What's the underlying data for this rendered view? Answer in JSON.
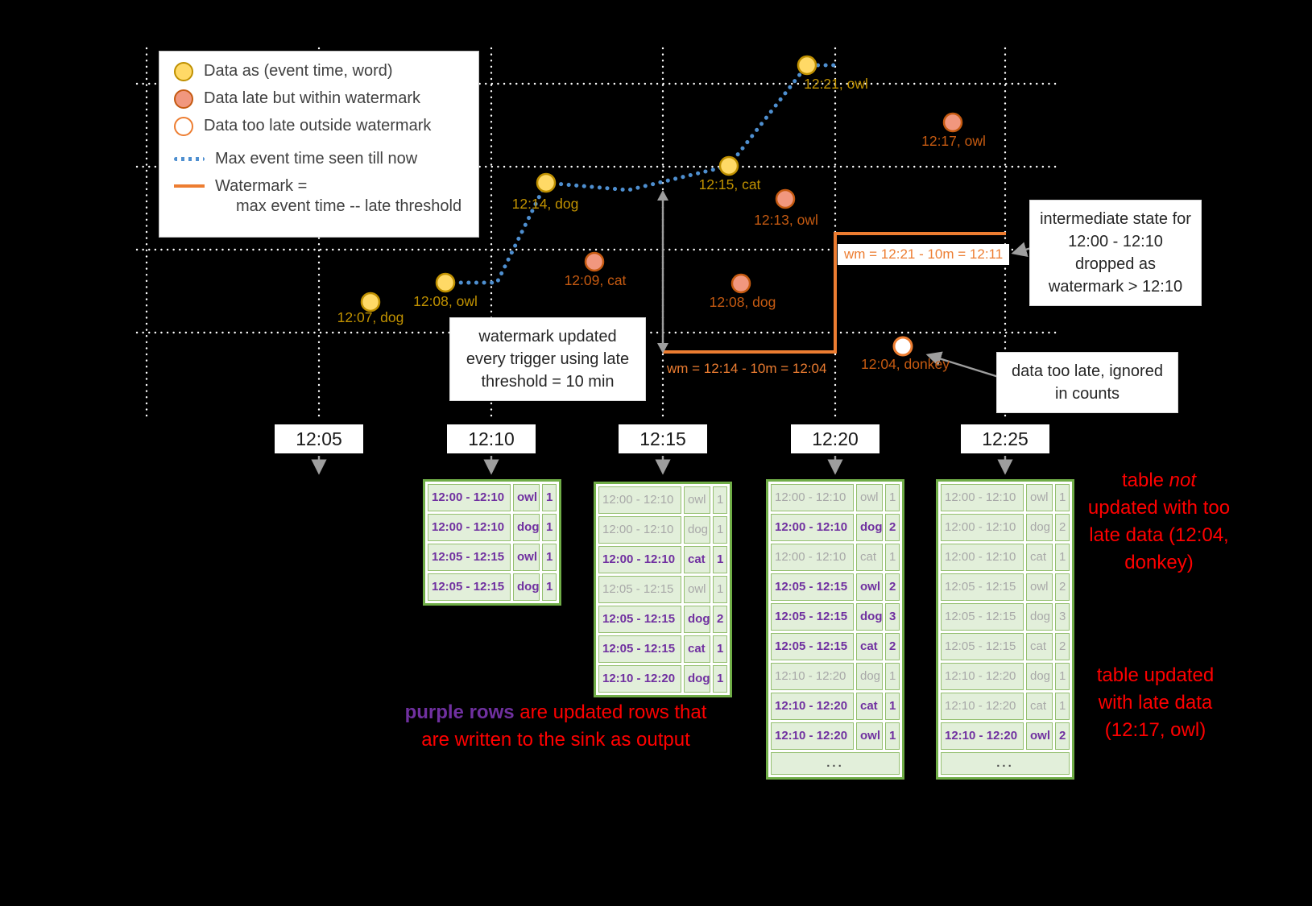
{
  "legend": {
    "ontime": "Data as (event time, word)",
    "late": "Data late but within watermark",
    "toolate": "Data too late outside watermark",
    "max_event": "Max event time seen till now",
    "watermark_line1": "Watermark =",
    "watermark_line2": "max event time -- late threshold"
  },
  "points": {
    "ontime_labels": [
      "12:07, dog",
      "12:08, owl",
      "12:14, dog",
      "12:15, cat",
      "12:21, owl"
    ],
    "late_labels": [
      "12:09, cat",
      "12:13, owl",
      "12:08, dog",
      "12:17, owl"
    ],
    "toolate_label": "12:04, donkey"
  },
  "watermark": {
    "label1": "wm = 12:14 - 10m = 12:04",
    "label2": "wm = 12:21 - 10m = 12:11"
  },
  "callouts": {
    "watermark_update": "watermark updated every trigger using late threshold = 10 min",
    "intermediate_state": "intermediate state for 12:00 - 12:10 dropped as watermark > 12:10",
    "too_late": "data too late, ignored in counts"
  },
  "axis": {
    "ticks": [
      "12:05",
      "12:10",
      "12:15",
      "12:20",
      "12:25"
    ]
  },
  "tables": {
    "t1210": {
      "rows": [
        {
          "window": "12:00 - 12:10",
          "word": "owl",
          "count": "1",
          "state": "updated"
        },
        {
          "window": "12:00 - 12:10",
          "word": "dog",
          "count": "1",
          "state": "updated"
        },
        {
          "window": "12:05 - 12:15",
          "word": "owl",
          "count": "1",
          "state": "updated"
        },
        {
          "window": "12:05 - 12:15",
          "word": "dog",
          "count": "1",
          "state": "updated"
        }
      ]
    },
    "t1215": {
      "rows": [
        {
          "window": "12:00 - 12:10",
          "word": "owl",
          "count": "1",
          "state": "old"
        },
        {
          "window": "12:00 - 12:10",
          "word": "dog",
          "count": "1",
          "state": "old"
        },
        {
          "window": "12:00 - 12:10",
          "word": "cat",
          "count": "1",
          "state": "updated"
        },
        {
          "window": "12:05 - 12:15",
          "word": "owl",
          "count": "1",
          "state": "old"
        },
        {
          "window": "12:05 - 12:15",
          "word": "dog",
          "count": "2",
          "state": "updated"
        },
        {
          "window": "12:05 - 12:15",
          "word": "cat",
          "count": "1",
          "state": "updated"
        },
        {
          "window": "12:10 - 12:20",
          "word": "dog",
          "count": "1",
          "state": "updated"
        }
      ]
    },
    "t1220": {
      "rows": [
        {
          "window": "12:00 - 12:10",
          "word": "owl",
          "count": "1",
          "state": "old"
        },
        {
          "window": "12:00 - 12:10",
          "word": "dog",
          "count": "2",
          "state": "updated"
        },
        {
          "window": "12:00 - 12:10",
          "word": "cat",
          "count": "1",
          "state": "old"
        },
        {
          "window": "12:05 - 12:15",
          "word": "owl",
          "count": "2",
          "state": "updated"
        },
        {
          "window": "12:05 - 12:15",
          "word": "dog",
          "count": "3",
          "state": "updated"
        },
        {
          "window": "12:05 - 12:15",
          "word": "cat",
          "count": "2",
          "state": "updated"
        },
        {
          "window": "12:10 - 12:20",
          "word": "dog",
          "count": "1",
          "state": "old"
        },
        {
          "window": "12:10 - 12:20",
          "word": "cat",
          "count": "1",
          "state": "updated"
        },
        {
          "window": "12:10 - 12:20",
          "word": "owl",
          "count": "1",
          "state": "updated"
        }
      ],
      "ellipsis": "..."
    },
    "t1225": {
      "rows": [
        {
          "window": "12:00 - 12:10",
          "word": "owl",
          "count": "1",
          "state": "old"
        },
        {
          "window": "12:00 - 12:10",
          "word": "dog",
          "count": "2",
          "state": "old"
        },
        {
          "window": "12:00 - 12:10",
          "word": "cat",
          "count": "1",
          "state": "old"
        },
        {
          "window": "12:05 - 12:15",
          "word": "owl",
          "count": "2",
          "state": "old"
        },
        {
          "window": "12:05 - 12:15",
          "word": "dog",
          "count": "3",
          "state": "old"
        },
        {
          "window": "12:05 - 12:15",
          "word": "cat",
          "count": "2",
          "state": "old"
        },
        {
          "window": "12:10 - 12:20",
          "word": "dog",
          "count": "1",
          "state": "old"
        },
        {
          "window": "12:10 - 12:20",
          "word": "cat",
          "count": "1",
          "state": "old"
        },
        {
          "window": "12:10 - 12:20",
          "word": "owl",
          "count": "2",
          "state": "updated"
        }
      ],
      "ellipsis": "..."
    }
  },
  "annotations": {
    "purple_lead": "purple rows",
    "purple_rest": " are updated rows that are written to the sink as output",
    "no_update_pre": "table ",
    "no_update_em": "not",
    "no_update_post": " updated with too late data (12:04, donkey)",
    "late_update": "table updated with late data (12:17, owl)"
  },
  "colors": {
    "ontime_fill": "#ffd966",
    "ontime_stroke": "#bf9000",
    "late_fill": "#f1977e",
    "late_stroke": "#c55a11",
    "toolate_ring": "#ed7d31",
    "max_event_line": "#4e8fd0",
    "watermark_line": "#ed7d31",
    "table_green": "#70ad47",
    "table_bg": "#e2efda",
    "updated_purple": "#7030a0",
    "old_gray": "#a8a8a8",
    "note_red": "#ff0000",
    "background": "#000000"
  }
}
